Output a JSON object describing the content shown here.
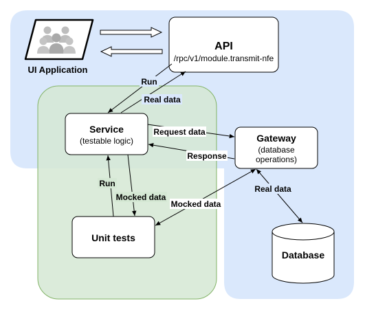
{
  "colors": {
    "blue_region": "#dae8fc",
    "green_region": "#d5e8d4",
    "green_border": "#82b366",
    "node_fill": "#ffffff",
    "stroke": "#000000"
  },
  "icons": {
    "users": "users-group-icon"
  },
  "nodes": {
    "ui_app": {
      "title": "UI Application"
    },
    "api": {
      "title": "API",
      "subtitle": "/rpc/v1/module.transmit-nfe"
    },
    "service": {
      "title": "Service",
      "subtitle": "(testable logic)"
    },
    "gateway": {
      "title": "Gateway",
      "subtitle_line1": "(database",
      "subtitle_line2": "operations)"
    },
    "unit_tests": {
      "title": "Unit tests"
    },
    "database": {
      "title": "Database"
    }
  },
  "edges": {
    "run_api_service": "Run",
    "real_data_service_api": "Real data",
    "request_data": "Request data",
    "response": "Response",
    "run_tests_service": "Run",
    "mocked_data_service_tests": "Mocked data",
    "mocked_data_tests_gateway": "Mocked data",
    "real_data_gateway_db": "Real data"
  }
}
